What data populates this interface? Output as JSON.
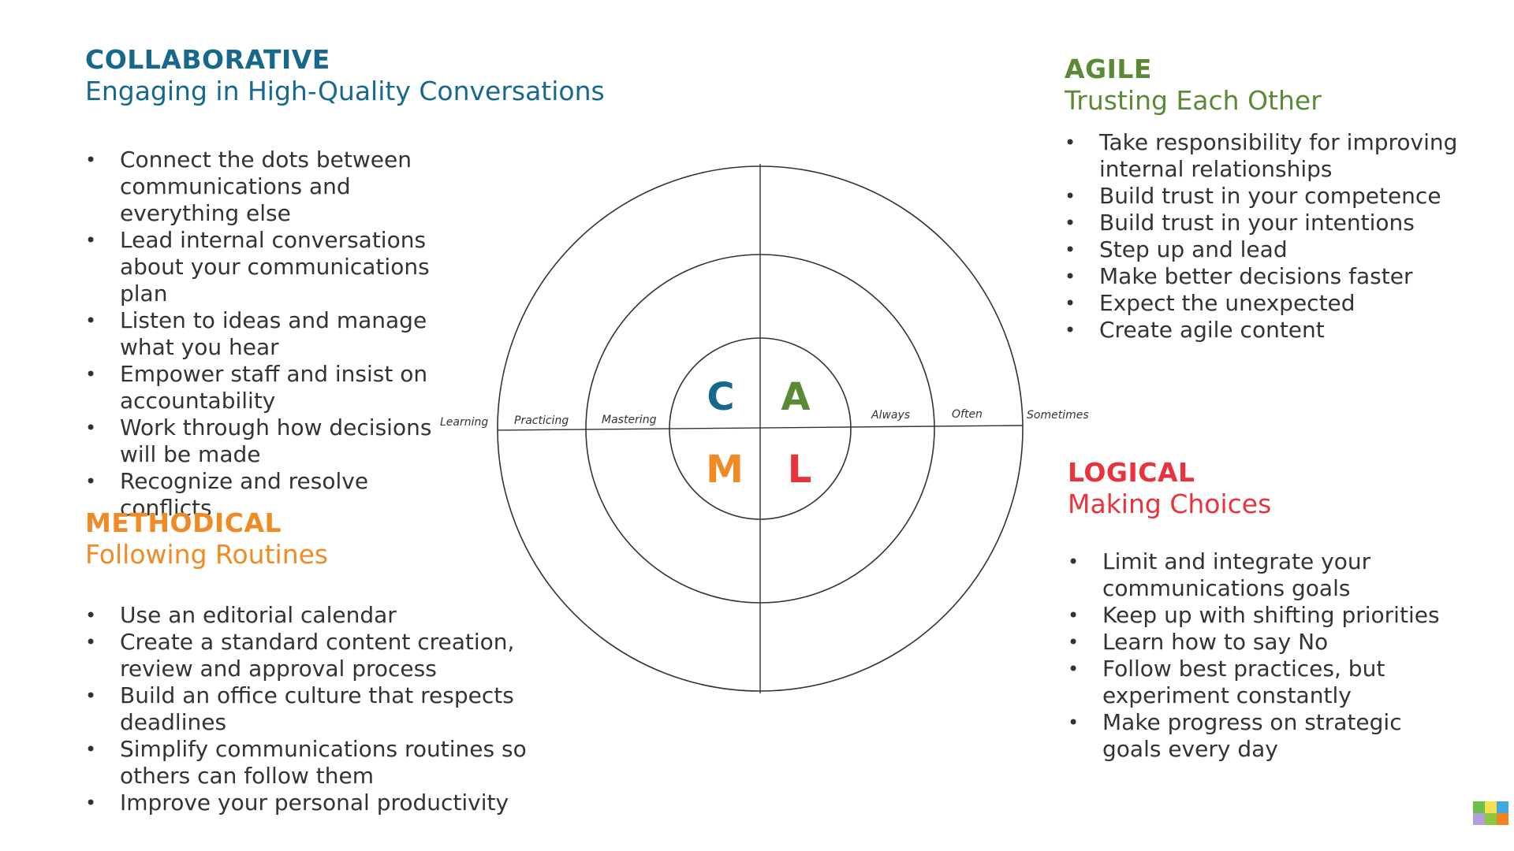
{
  "collaborative": {
    "title": "COLLABORATIVE",
    "subtitle": "Engaging in High-Quality Conversations",
    "color": "#16698c",
    "items": [
      "Connect the dots between communications and everything else",
      "Lead internal conversations about your communications plan",
      "Listen to ideas and manage what you hear",
      "Empower staff and insist on accountability",
      "Work through how decisions will be made",
      "Recognize and resolve conflicts"
    ]
  },
  "methodical": {
    "title": "METHODICAL",
    "subtitle": "Following Routines",
    "color": "#f08a24",
    "items": [
      "Use an editorial calendar",
      "Create a standard content creation, review and approval process",
      "Build an office culture that respects deadlines",
      "Simplify communications routines so others can follow them",
      "Improve your personal productivity"
    ]
  },
  "agile": {
    "title": "AGILE",
    "subtitle": "Trusting Each Other",
    "color": "#5b8a35",
    "items": [
      "Take responsibility for improving internal relationships",
      "Build trust in your competence",
      "Build trust in your intentions",
      "Step up and lead",
      "Make better decisions faster",
      "Expect the unexpected",
      "Create agile content"
    ]
  },
  "logical": {
    "title": "LOGICAL",
    "subtitle": "Making Choices",
    "color": "#e8323c",
    "items": [
      "Limit and integrate your communications goals",
      "Keep up with shifting priorities",
      "Learn how to say No",
      "Follow best practices, but experiment constantly",
      "Make progress on strategic goals every day"
    ]
  },
  "wheel": {
    "left_scale": [
      "Learning",
      "Practicing",
      "Mastering"
    ],
    "right_scale": [
      "Always",
      "Often",
      "Sometimes"
    ],
    "letters": {
      "c": "C",
      "a": "A",
      "m": "M",
      "l": "L"
    }
  },
  "logo": {
    "colors": [
      "#6cc04a",
      "#f5e050",
      "#3fa9e0",
      "#b39ddb",
      "#8dc63f",
      "#f58220"
    ]
  }
}
